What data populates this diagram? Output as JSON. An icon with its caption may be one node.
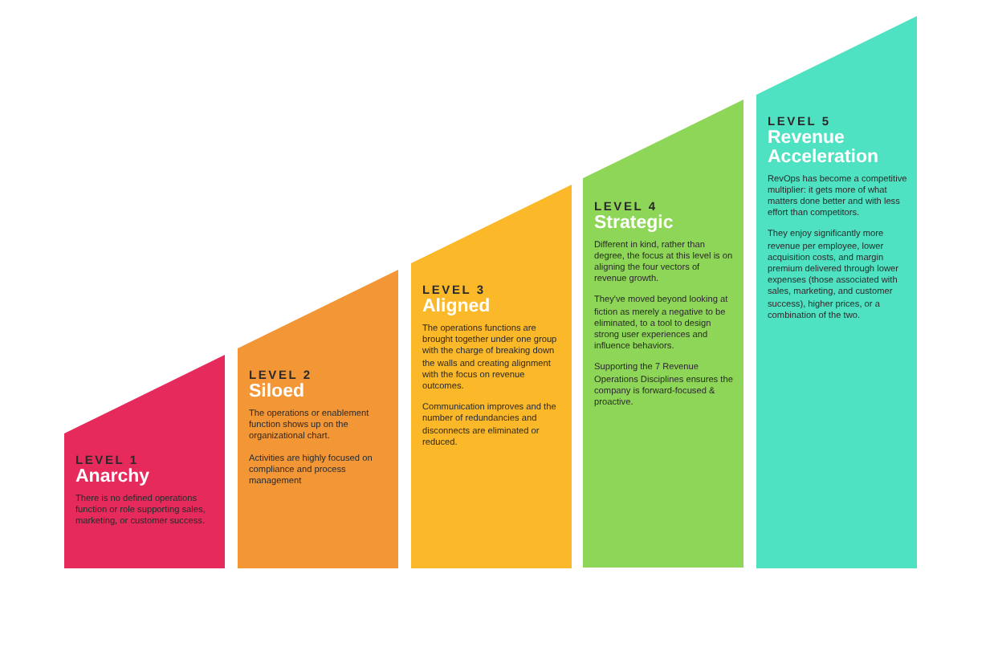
{
  "diagram": {
    "nodes": [
      {
        "text": [
          "LEVEL 1",
          "Anarchy",
          "There is no defined operations function or role supporting sales, marketing, or customer success."
        ]
      },
      {
        "text": [
          "LEVEL 2",
          "Siloed",
          "The operations or enablement function shows up on the organizational chart.",
          "Activities are highly focused on compliance and process management"
        ]
      },
      {
        "text": [
          "LEVEL 3",
          "Aligned",
          "The operations functions are brought together under one group with the charge of breaking down the walls and creating alignment with the focus on revenue outcomes.",
          "Communication improves and the number of redundancies and disconnects are eliminated or reduced."
        ]
      },
      {
        "text": [
          "LEVEL 4",
          "Strategic",
          "Different in kind, rather than degree, the focus at this level is on aligning the four vectors of revenue growth.",
          "They've moved beyond looking at fiction as merely a negative to be eliminated, to a tool to design strong user experiences and influence behaviors.",
          "Supporting the 7 Revenue Operations Disciplines ensures the company is forward-focused & proactive."
        ]
      },
      {
        "text": [
          "LEVEL 5",
          "Revenue Acceleration",
          "RevOps has become a competitive multiplier: it gets more of what matters done better and with less effort than competitors.",
          "They enjoy significantly more revenue per employee, lower acquisition costs, and margin premium delivered through lower expenses (those associated with sales, marketing, and customer success), higher prices, or a combination of the two."
        ]
      }
    ]
  }
}
